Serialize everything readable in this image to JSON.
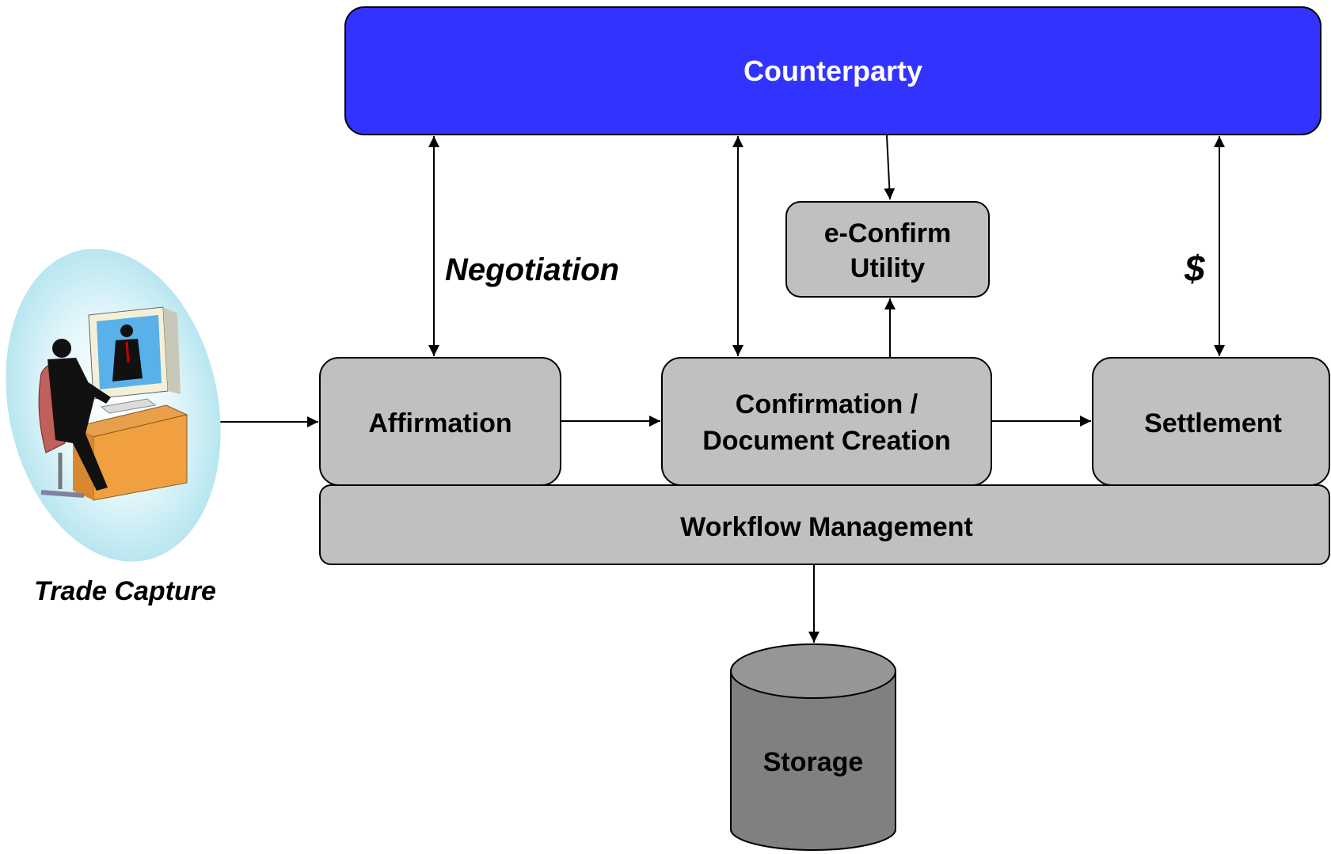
{
  "counterparty": {
    "label": "Counterparty",
    "color": "#3333ff"
  },
  "nodes": {
    "affirmation": "Affirmation",
    "confirmation_line1": "Confirmation /",
    "confirmation_line2": "Document Creation",
    "settlement": "Settlement",
    "econfirm_line1": "e-Confirm",
    "econfirm_line2": "Utility",
    "workflow": "Workflow Management",
    "storage": "Storage"
  },
  "labels": {
    "negotiation": "Negotiation",
    "dollar": "$",
    "trade_capture": "Trade Capture"
  },
  "colors": {
    "box_fill": "#c0c0c0",
    "storage_fill": "#808080",
    "storage_top": "#969696"
  },
  "icons": {
    "trade_capture": "businessman-at-computer-icon"
  }
}
